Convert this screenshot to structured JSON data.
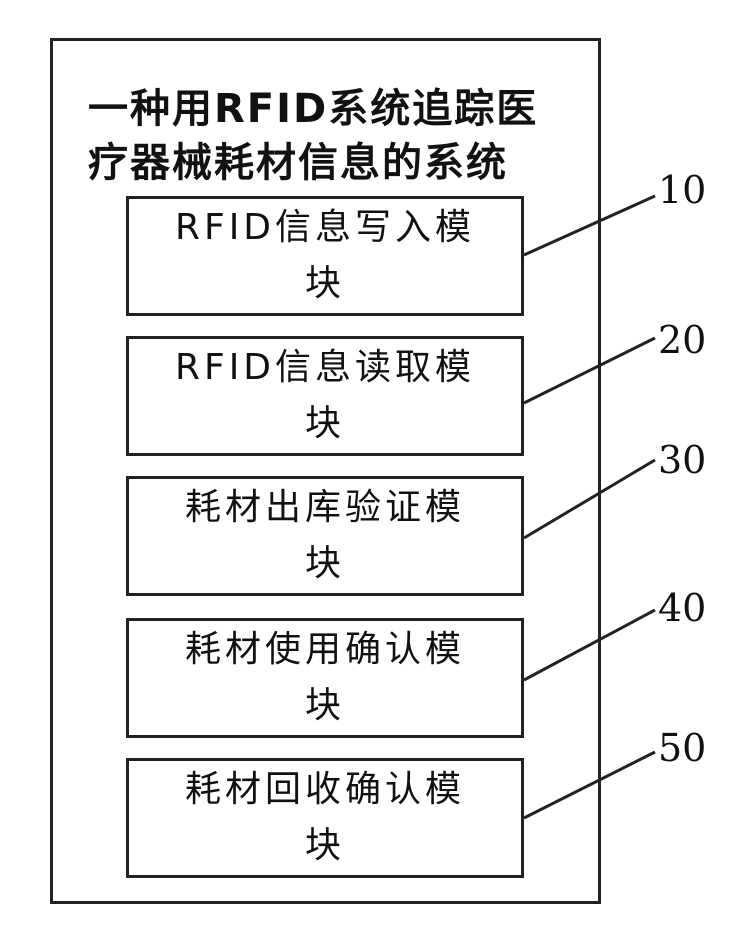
{
  "diagram": {
    "title": "一种用RFID系统追踪医\n疗器械耗材信息的系统",
    "modules": [
      {
        "label": "RFID信息写入模\n块",
        "ref": "10"
      },
      {
        "label": "RFID信息读取模\n块",
        "ref": "20"
      },
      {
        "label": "耗材出库验证模\n块",
        "ref": "30"
      },
      {
        "label": "耗材使用确认模\n块",
        "ref": "40"
      },
      {
        "label": "耗材回收确认模\n块",
        "ref": "50"
      }
    ]
  }
}
